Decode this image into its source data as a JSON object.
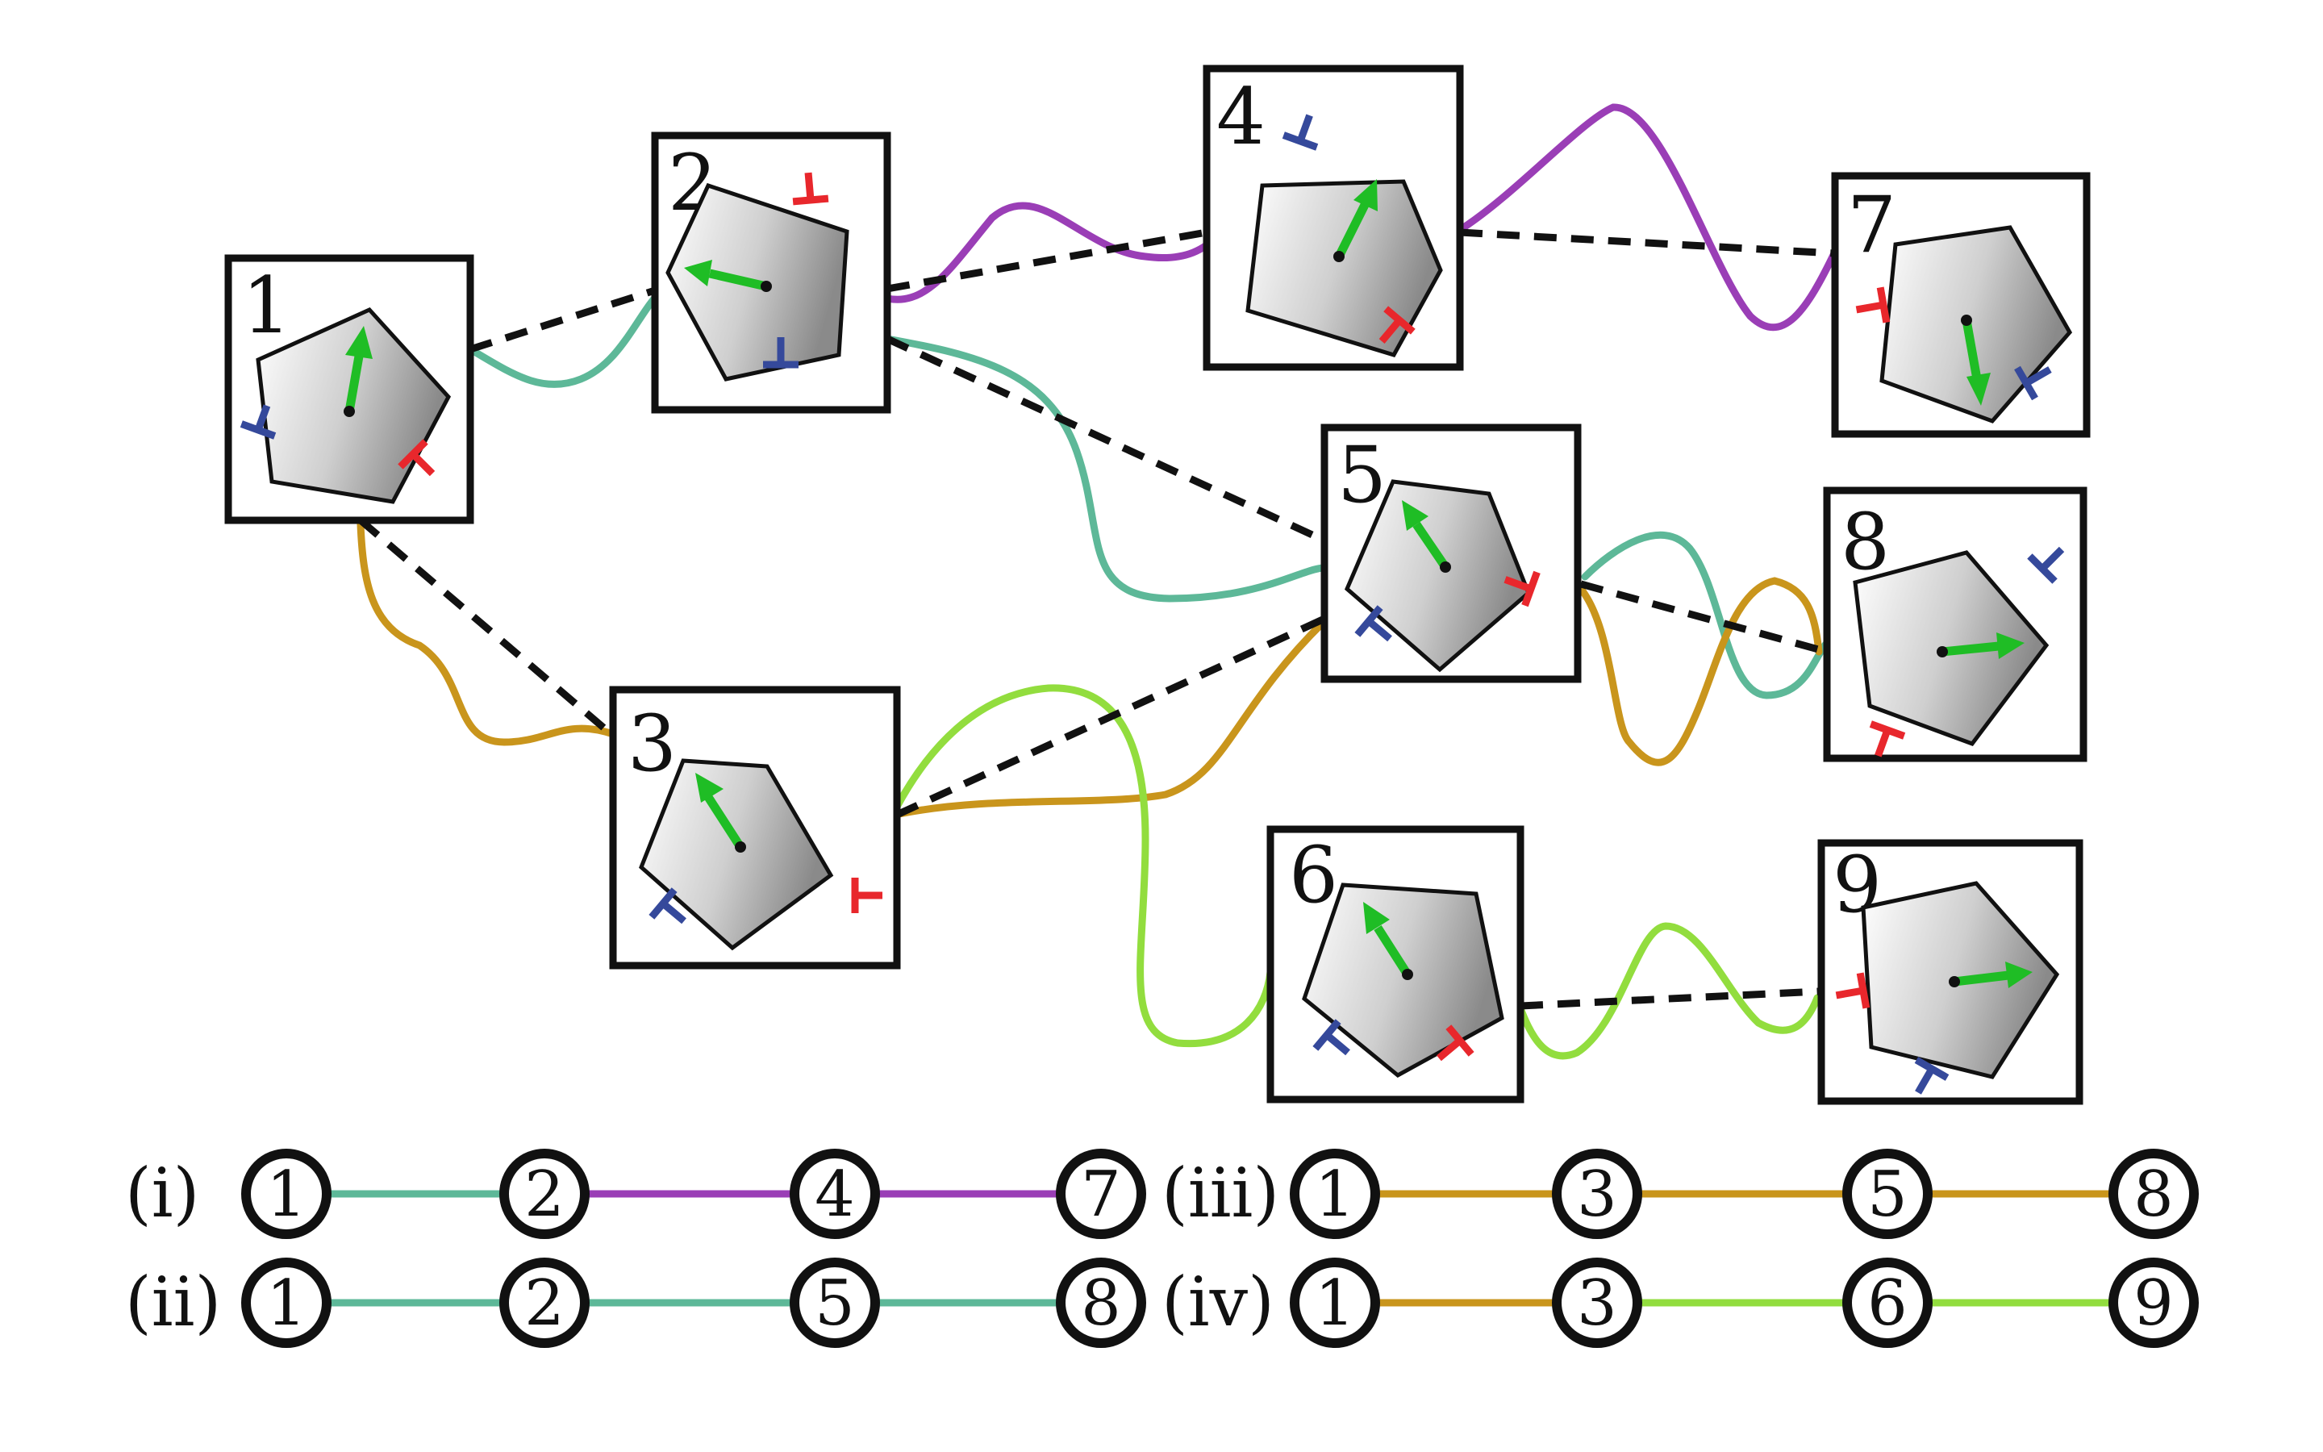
{
  "colors": {
    "teal": "#5db898",
    "purple": "#9a3eb6",
    "mustard": "#c9951c",
    "lime": "#92dd3e",
    "arrow": "#1fbd25",
    "red_marker": "#e8272c",
    "blue_marker": "#35499b",
    "dashed": "#111111"
  },
  "boxes": [
    {
      "id": "1",
      "label": "1"
    },
    {
      "id": "2",
      "label": "2"
    },
    {
      "id": "3",
      "label": "3"
    },
    {
      "id": "4",
      "label": "4"
    },
    {
      "id": "5",
      "label": "5"
    },
    {
      "id": "6",
      "label": "6"
    },
    {
      "id": "7",
      "label": "7"
    },
    {
      "id": "8",
      "label": "8"
    },
    {
      "id": "9",
      "label": "9"
    }
  ],
  "paths": [
    {
      "label": "(i)",
      "nodes": [
        "1",
        "2",
        "4",
        "7"
      ],
      "colors": [
        "teal",
        "purple",
        "purple"
      ]
    },
    {
      "label": "(ii)",
      "nodes": [
        "1",
        "2",
        "5",
        "8"
      ],
      "colors": [
        "teal",
        "teal",
        "teal"
      ]
    },
    {
      "label": "(iii)",
      "nodes": [
        "1",
        "3",
        "5",
        "8"
      ],
      "colors": [
        "mustard",
        "mustard",
        "mustard"
      ]
    },
    {
      "label": "(iv)",
      "nodes": [
        "1",
        "3",
        "6",
        "9"
      ],
      "colors": [
        "mustard",
        "lime",
        "lime"
      ]
    }
  ]
}
